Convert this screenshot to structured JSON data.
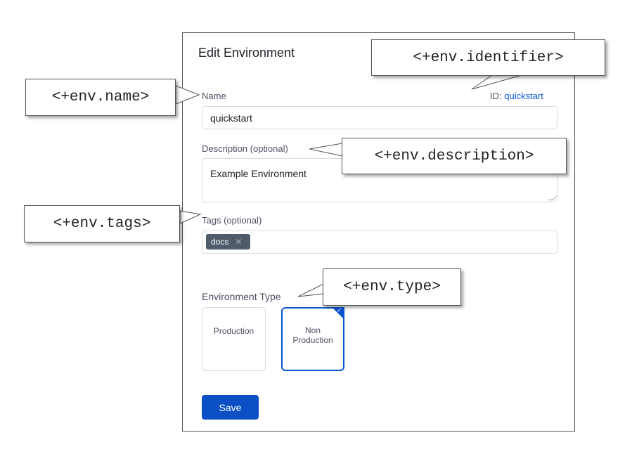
{
  "dialog": {
    "title": "Edit Environment",
    "name_label": "Name",
    "id_prefix": "ID:",
    "id_value": "quickstart",
    "name_value": "quickstart",
    "description_label": "Description (optional)",
    "description_value": "Example Environment",
    "tags_label": "Tags (optional)",
    "tags": [
      {
        "label": "docs"
      }
    ],
    "type_label": "Environment Type",
    "types": [
      {
        "label": "Production",
        "selected": false
      },
      {
        "label": "Non Production",
        "selected": true
      }
    ],
    "save_label": "Save"
  },
  "callouts": {
    "identifier": "<+env.identifier>",
    "name": "<+env.name>",
    "description": "<+env.description>",
    "tags": "<+env.tags>",
    "type": "<+env.type>"
  },
  "colors": {
    "accent": "#0a4fc4",
    "link": "#0a56d0",
    "chip": "#4f5b6b"
  }
}
